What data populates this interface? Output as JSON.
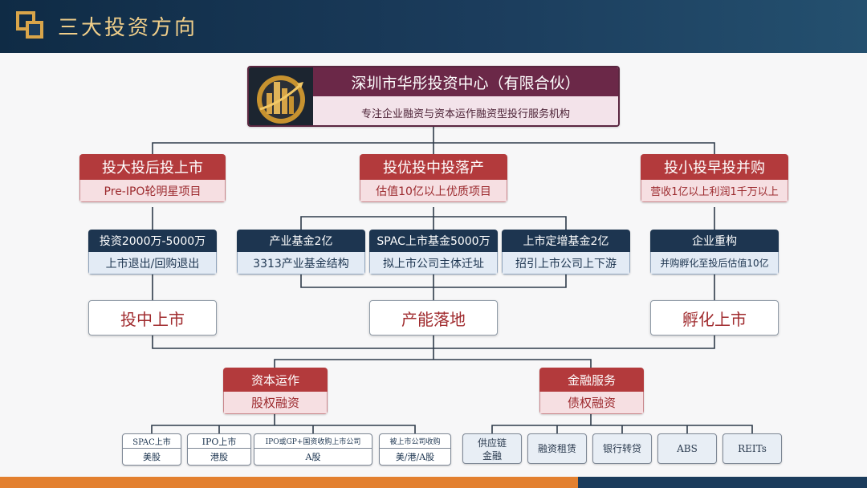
{
  "header": {
    "title": "三大投资方向"
  },
  "top": {
    "name": "深圳市华彤投资中心（有限合伙）",
    "tagline": "专注企业融资与资本运作融资型投行服务机构"
  },
  "directions": [
    {
      "title": "投大投后投上市",
      "sub": "Pre-IPO轮明星项目"
    },
    {
      "title": "投优投中投落产",
      "sub": "估值10亿以上优质项目"
    },
    {
      "title": "投小投早投并购",
      "sub": "营收1亿以上利润1千万以上"
    }
  ],
  "strategies": [
    {
      "title": "投资2000万-5000万",
      "sub": "上市退出/回购退出"
    },
    {
      "title": "产业基金2亿",
      "sub": "3313产业基金结构"
    },
    {
      "title": "SPAC上市基金5000万",
      "sub": "拟上市公司主体迁址"
    },
    {
      "title": "上市定增基金2亿",
      "sub": "招引上市公司上下游"
    },
    {
      "title": "企业重构",
      "sub": "并购孵化至投后估值10亿"
    }
  ],
  "outcomes": [
    "投中上市",
    "产能落地",
    "孵化上市"
  ],
  "services": [
    {
      "title": "资本运作",
      "sub": "股权融资"
    },
    {
      "title": "金融服务",
      "sub": "债权融资"
    }
  ],
  "equity_items": [
    {
      "title": "SPAC上市",
      "sub": "美股"
    },
    {
      "title": "IPO上市",
      "sub": "港股"
    },
    {
      "title": "IPO或GP+国资收购上市公司",
      "sub": "A股"
    },
    {
      "title": "被上市公司收购",
      "sub": "美/港/A股"
    }
  ],
  "debt_items": [
    {
      "line1": "供应链",
      "line2": "金融"
    },
    {
      "line1": "融资租赁",
      "line2": ""
    },
    {
      "line1": "银行转贷",
      "line2": ""
    },
    {
      "line1": "ABS",
      "line2": ""
    },
    {
      "line1": "REITs",
      "line2": ""
    }
  ],
  "colors": {
    "header_bg": "#1b3c5c",
    "title_gold": "#f1cf8a",
    "red": "#b33a3c",
    "navy": "#1d3550",
    "plum": "#6b2848",
    "footer_orange": "#e3802f"
  }
}
